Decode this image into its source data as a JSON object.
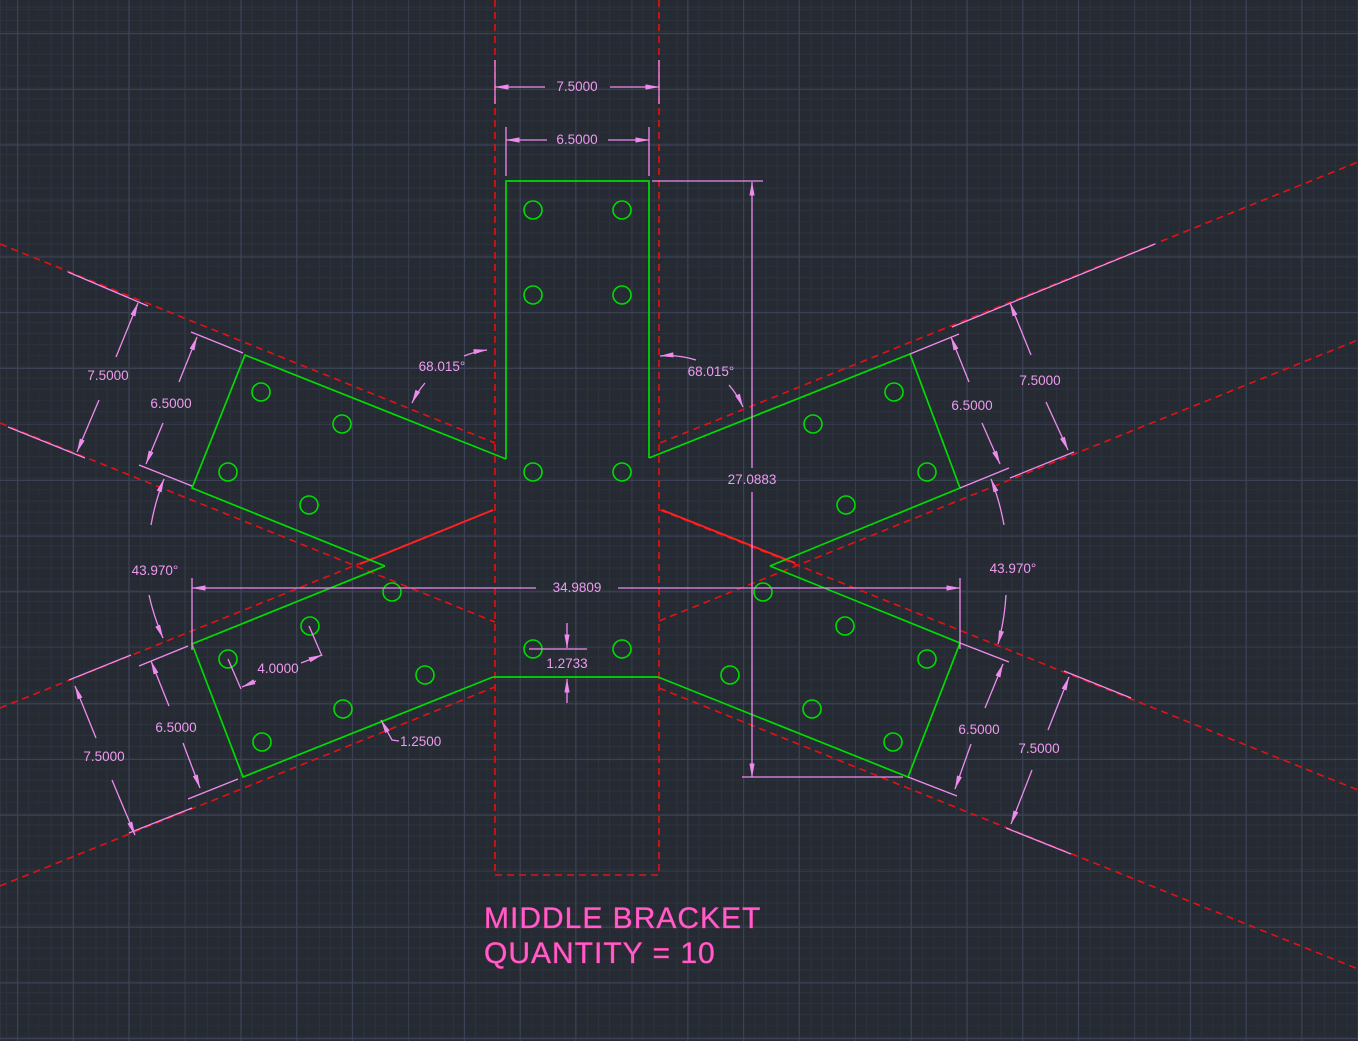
{
  "drawing": {
    "title_line1": "MIDDLE BRACKET",
    "title_line2": "QUANTITY = 10",
    "dims": {
      "top_member_width": "7.5000",
      "top_plate_width": "6.5000",
      "overall_height": "27.0883",
      "overall_span": "34.9809",
      "angle_upper_left": "68.015°",
      "angle_upper_right": "68.015°",
      "brace_angle_left": "43.970°",
      "brace_angle_right": "43.970°",
      "ul_member_width": "7.5000",
      "ul_plate_width": "6.5000",
      "ll_plate_width": "6.5000",
      "ll_member_width": "7.5000",
      "ur_plate_width": "6.5000",
      "ur_member_width": "7.5000",
      "lr_plate_width": "6.5000",
      "lr_member_width": "7.5000",
      "hole_spacing": "4.0000",
      "bottom_edge_offset": "1.2733",
      "brace_edge_offset": "1.2500"
    },
    "colors": {
      "background": "#252a33",
      "grid_minor": "#2c323d",
      "grid_major": "#3c4356",
      "geometry_green": "#00dc00",
      "centerline_red": "#e51212",
      "dimension_magenta": "#ee8cee",
      "title_pink": "#ff5ccd"
    }
  }
}
